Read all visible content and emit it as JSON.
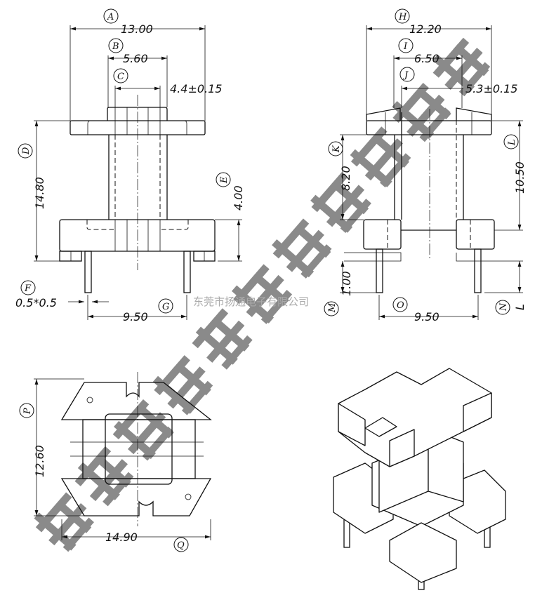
{
  "front_view": {
    "dims": {
      "A": "13.00",
      "B": "5.60",
      "C": "4.4±0.15",
      "D": "14.80",
      "E": "4.00",
      "F": "0.5*0.5",
      "G": "9.50"
    },
    "labels": {
      "A": "A",
      "B": "B",
      "C": "C",
      "D": "D",
      "E": "E",
      "F": "F",
      "G": "G"
    }
  },
  "side_view": {
    "dims": {
      "H": "12.20",
      "I": "6.50",
      "J": "5.3±0.15",
      "K": "8.20",
      "L": "10.50",
      "M": "1.00",
      "N": "L",
      "O": "9.50"
    },
    "labels": {
      "H": "H",
      "I": "I",
      "J": "J",
      "K": "K",
      "L": "L",
      "M": "M",
      "N": "N",
      "O": "O"
    }
  },
  "top_view": {
    "dims": {
      "P": "12.60",
      "Q": "14.90"
    },
    "labels": {
      "P": "P",
      "Q": "Q"
    }
  },
  "watermark": {
    "large": "东莞市扬通电子有限公司",
    "small": "东莞市扬通电子有限公司"
  }
}
